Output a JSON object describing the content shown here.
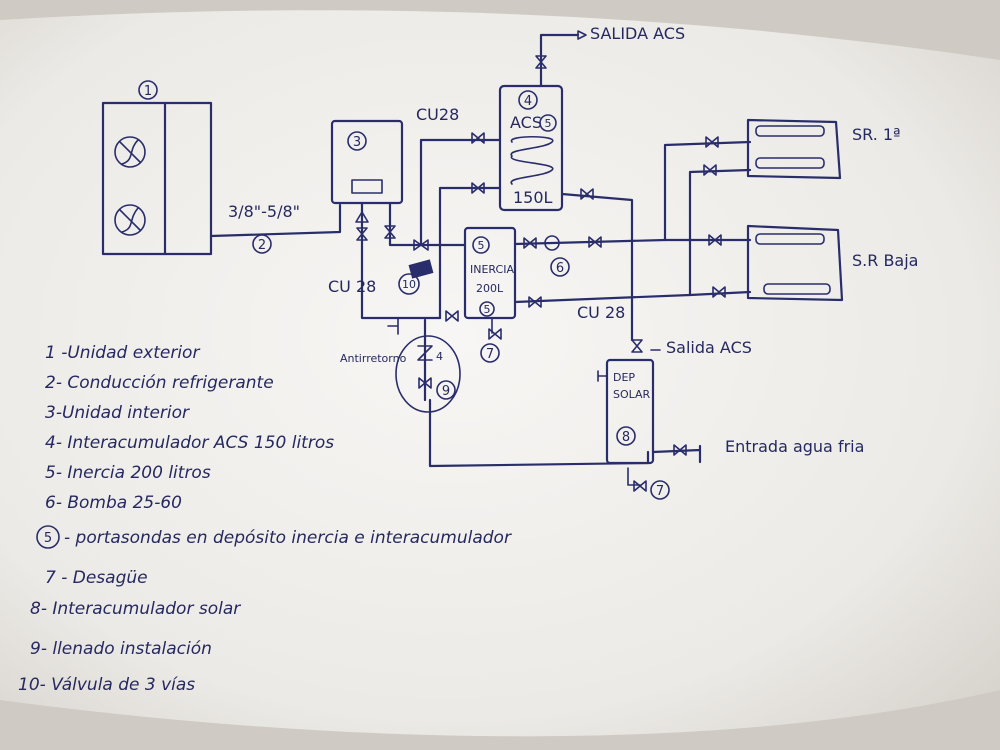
{
  "diagram": {
    "labels": {
      "salida_acs_top": "SALIDA ACS",
      "cu28_top": "CU28",
      "tank_acs": "ACS",
      "tank_acs_vol": "150L",
      "sr_primera": "SR. 1ª",
      "sr_baja": "S.R Baja",
      "pipe_size": "3/8\"-5/8\"",
      "cu28_left": "CU 28",
      "inercia": "INERCIA",
      "inercia_vol": "200L",
      "cu28_bottom": "CU 28",
      "salida_acs_mid": "Salida ACS",
      "antirretorno": "Antirretorno",
      "dep_solar_1": "DEP",
      "dep_solar_2": "SOLAR",
      "entrada_agua_fria": "Entrada agua fria"
    },
    "numbers": {
      "n1": "1",
      "n2": "2",
      "n3": "3",
      "n4": "4",
      "n5_acs": "5",
      "n5_inercia_top": "5",
      "n5_inercia_bottom": "5",
      "n6": "6",
      "n7_inercia": "7",
      "n7_solar": "7",
      "n8": "8",
      "n9": "9",
      "n10": "10"
    },
    "legend": [
      "1 -Unidad exterior",
      "2- Conducción refrigerante",
      "3-Unidad interior",
      "4- Interacumulador ACS 150 litros",
      "5- Inercia 200 litros",
      "6- Bomba 25-60",
      "- portasondas en depósito inercia e interacumulador",
      "7 - Desagüe",
      "8- Interacumulador solar",
      "9- llenado instalación",
      "10- Válvula de 3 vías"
    ],
    "legend_5_marker": "5"
  },
  "colors": {
    "paper": "#e9e6e2",
    "ink": "#2a2d6b"
  }
}
